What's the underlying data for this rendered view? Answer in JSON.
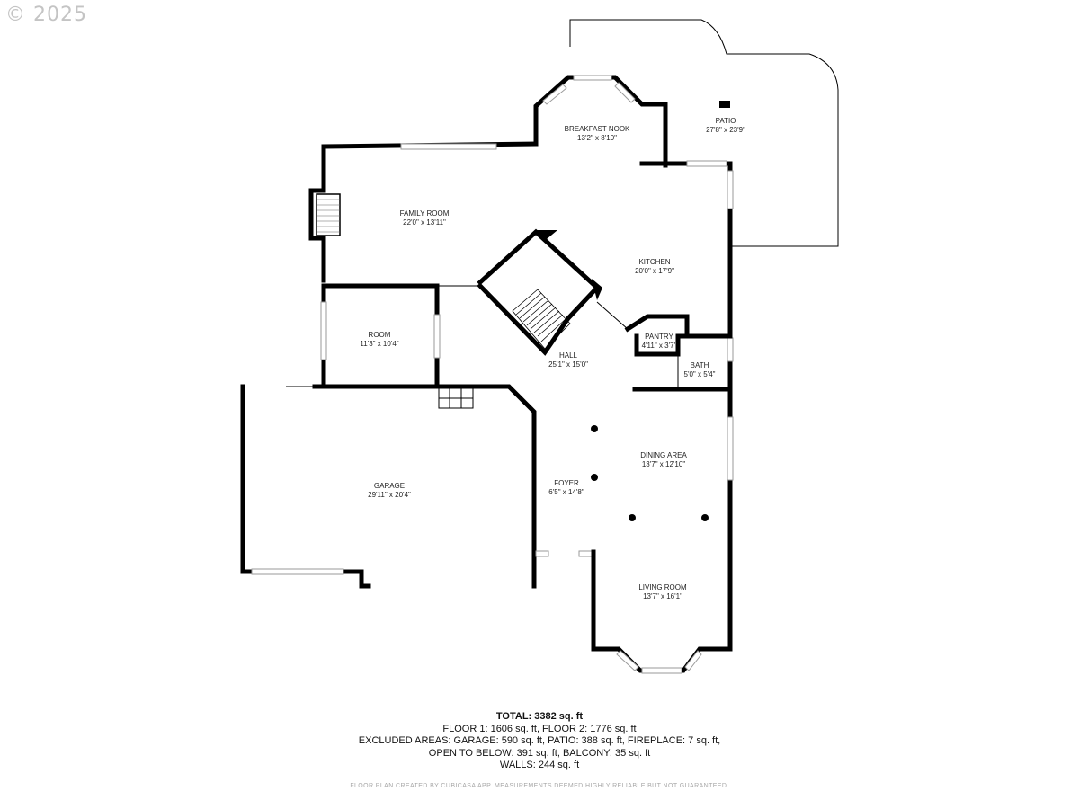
{
  "watermark": "© 2025",
  "rooms": [
    {
      "id": "breakfast-nook",
      "name": "BREAKFAST NOOK",
      "dims": "13'2\" x 8'10\""
    },
    {
      "id": "patio",
      "name": "PATIO",
      "dims": "27'8\" x 23'9\""
    },
    {
      "id": "family-room",
      "name": "FAMILY ROOM",
      "dims": "22'0\" x 13'11\""
    },
    {
      "id": "kitchen",
      "name": "KITCHEN",
      "dims": "20'0\" x 17'9\""
    },
    {
      "id": "room",
      "name": "ROOM",
      "dims": "11'3\" x 10'4\""
    },
    {
      "id": "pantry",
      "name": "PANTRY",
      "dims": "4'11\" x 3'7\""
    },
    {
      "id": "hall",
      "name": "HALL",
      "dims": "25'1\" x 15'0\""
    },
    {
      "id": "bath",
      "name": "BATH",
      "dims": "5'0\" x 5'4\""
    },
    {
      "id": "dining-area",
      "name": "DINING AREA",
      "dims": "13'7\" x 12'10\""
    },
    {
      "id": "garage",
      "name": "GARAGE",
      "dims": "29'11\" x 20'4\""
    },
    {
      "id": "foyer",
      "name": "FOYER",
      "dims": "6'5\" x 14'8\""
    },
    {
      "id": "living-room",
      "name": "LIVING ROOM",
      "dims": "13'7\" x 16'1\""
    }
  ],
  "summary": {
    "total": "TOTAL: 3382 sq. ft",
    "floors": "FLOOR 1: 1606 sq. ft, FLOOR 2: 1776 sq. ft",
    "excluded": "EXCLUDED AREAS: GARAGE: 590 sq. ft, PATIO: 388 sq. ft, FIREPLACE: 7 sq. ft,",
    "open": "OPEN TO BELOW: 391 sq. ft, BALCONY: 35 sq. ft",
    "walls": "WALLS: 244 sq. ft"
  },
  "disclaimer": "FLOOR PLAN CREATED BY CUBICASA APP. MEASUREMENTS DEEMED HIGHLY RELIABLE BUT NOT GUARANTEED.",
  "colors": {
    "wall": "#000000",
    "window": "#9a9a9a",
    "watermark": "#c4c4c4",
    "disclaimer": "#a8a8a8"
  }
}
